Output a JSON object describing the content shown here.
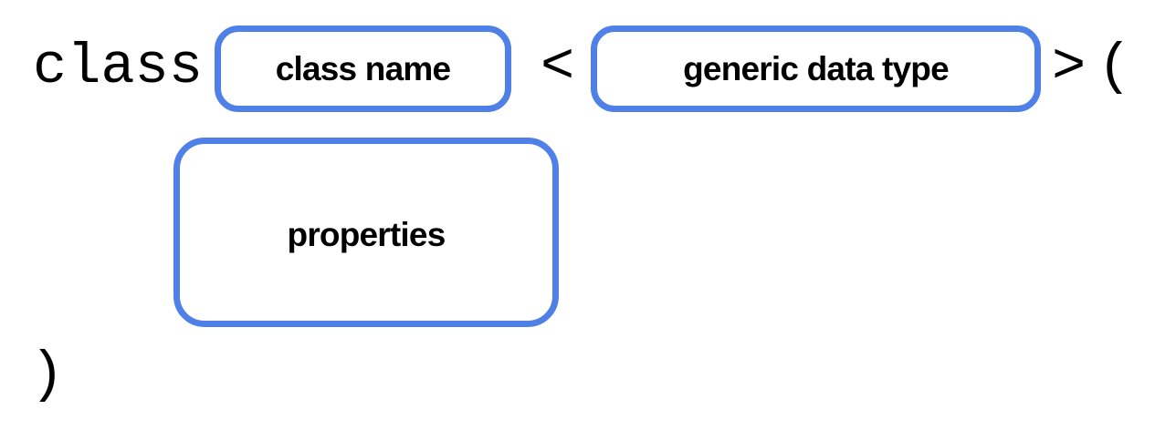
{
  "diagram": {
    "title": "generic class declaration template",
    "accent_color": "#4e80e8",
    "text_color": "#000000",
    "background_color": "#ffffff"
  },
  "syntax": {
    "keyword_class": "class",
    "angle_open": "<",
    "angle_close": ">",
    "paren_open": "(",
    "paren_close": ")"
  },
  "slots": {
    "class_name": {
      "label": "class name"
    },
    "generic_type": {
      "label": "generic data type"
    },
    "properties": {
      "label": "properties"
    }
  }
}
